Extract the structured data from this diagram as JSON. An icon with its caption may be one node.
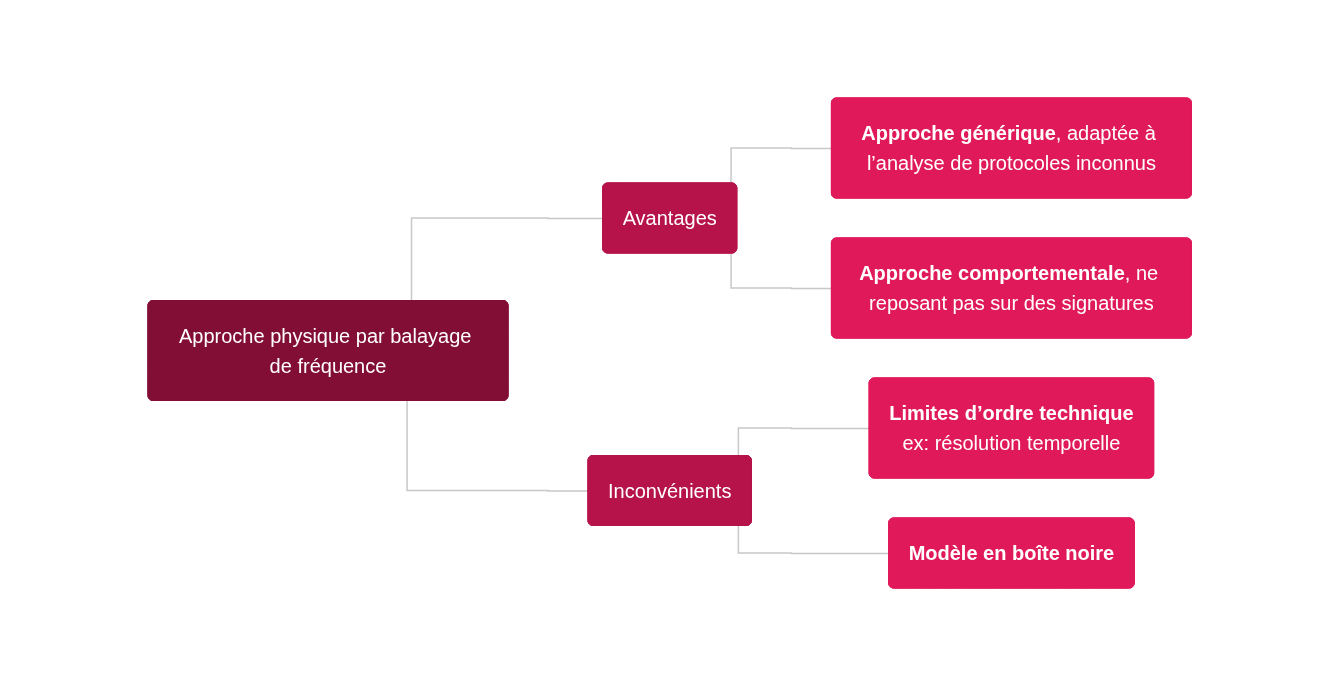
{
  "diagram": {
    "nodes": [
      {
        "text": [
          "Approche physique par balayage de fréquence"
        ]
      },
      {
        "text": [
          "Avantages"
        ]
      },
      {
        "text": [
          "Inconvénients"
        ]
      },
      {
        "text": [
          "**Approche générique**, adaptée à l’analyse de protocoles inconnus"
        ]
      },
      {
        "text": [
          "**Approche comportementale**, ne reposant pas sur des signatures"
        ]
      },
      {
        "text": [
          "Limites d’ordre technique",
          "ex: résolution temporelle"
        ]
      },
      {
        "text": [
          "Modèle en boîte noire"
        ]
      }
    ],
    "edges": [
      {
        "from": 0,
        "to": 1,
        "arrow": "none"
      },
      {
        "from": 0,
        "to": 2,
        "arrow": "none"
      },
      {
        "from": 1,
        "to": 3,
        "arrow": "none"
      },
      {
        "from": 1,
        "to": 4,
        "arrow": "none"
      },
      {
        "from": 2,
        "to": 5,
        "arrow": "none"
      },
      {
        "from": 2,
        "to": 6,
        "arrow": "none"
      }
    ]
  }
}
